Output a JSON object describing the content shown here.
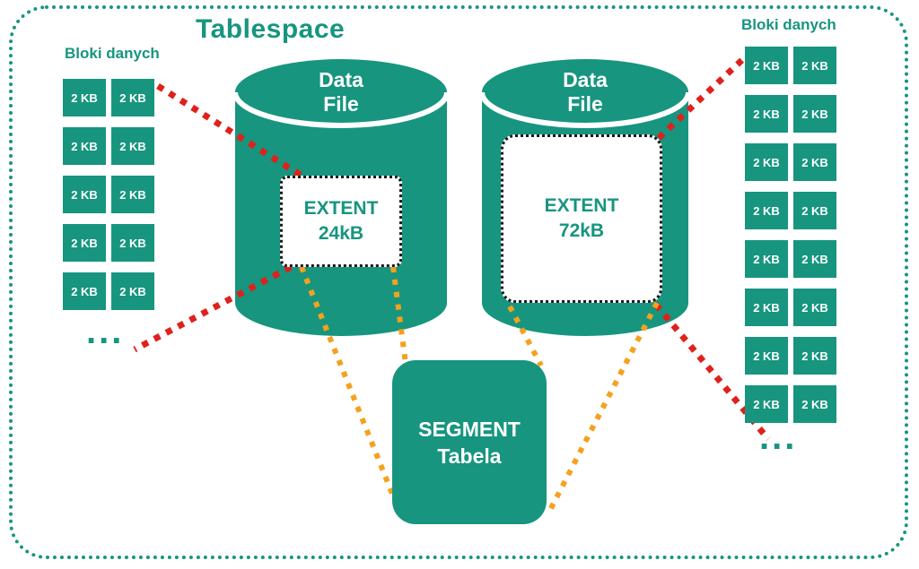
{
  "colors": {
    "teal": "#17957F",
    "red": "#E0201B",
    "orange": "#F5A11D",
    "line_black": "#1A1A1A"
  },
  "title": "Tablespace",
  "left_blocks": {
    "label": "Bloki danych",
    "block_label": "2 KB",
    "rows": 5,
    "cols": 2,
    "ellipsis": "..."
  },
  "right_blocks": {
    "label": "Bloki danych",
    "block_label": "2 KB",
    "rows": 8,
    "cols": 2,
    "ellipsis": "..."
  },
  "left_datafile": {
    "title_top": "Data",
    "title_bottom": "File"
  },
  "right_datafile": {
    "title_top": "Data",
    "title_bottom": "File"
  },
  "left_extent": {
    "name": "EXTENT",
    "size": "24kB"
  },
  "right_extent": {
    "name": "EXTENT",
    "size": "72kB"
  },
  "segment": {
    "name": "SEGMENT",
    "subtitle": "Tabela"
  }
}
